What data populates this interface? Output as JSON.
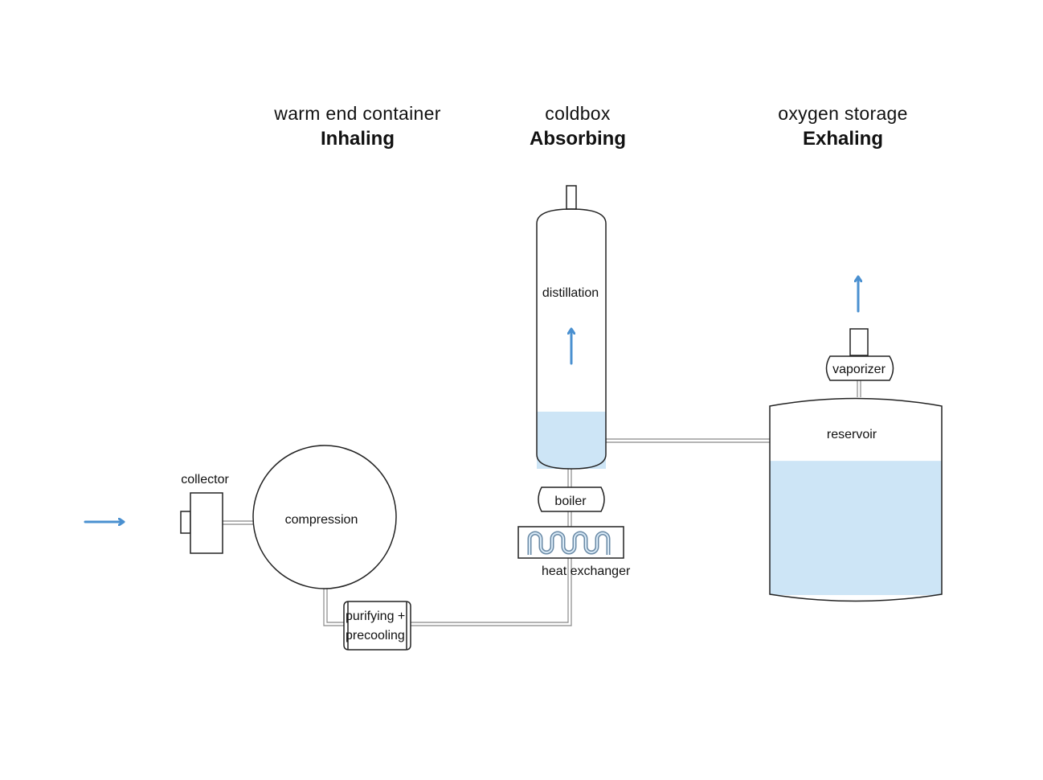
{
  "sections": [
    {
      "subtitle": "warm end container",
      "title": "Inhaling"
    },
    {
      "subtitle": "coldbox",
      "title": "Absorbing"
    },
    {
      "subtitle": "oxygen storage",
      "title": "Exhaling"
    }
  ],
  "components": {
    "collector": "collector",
    "compression": "compression",
    "purifying_line1": "purifying +",
    "purifying_line2": "precooling",
    "heat_exchanger": "heat exchanger",
    "boiler": "boiler",
    "distillation": "distillation",
    "reservoir": "reservoir",
    "vaporizer": "vaporizer"
  },
  "levels": {
    "distillation_liquid_fraction": 0.22,
    "reservoir_liquid_fraction": 0.71
  },
  "colors": {
    "arrow": "#4a90d0",
    "liquid": "#cde5f6",
    "outline": "#222222",
    "pipe": "#888888",
    "coil": "#6a8aa6"
  }
}
